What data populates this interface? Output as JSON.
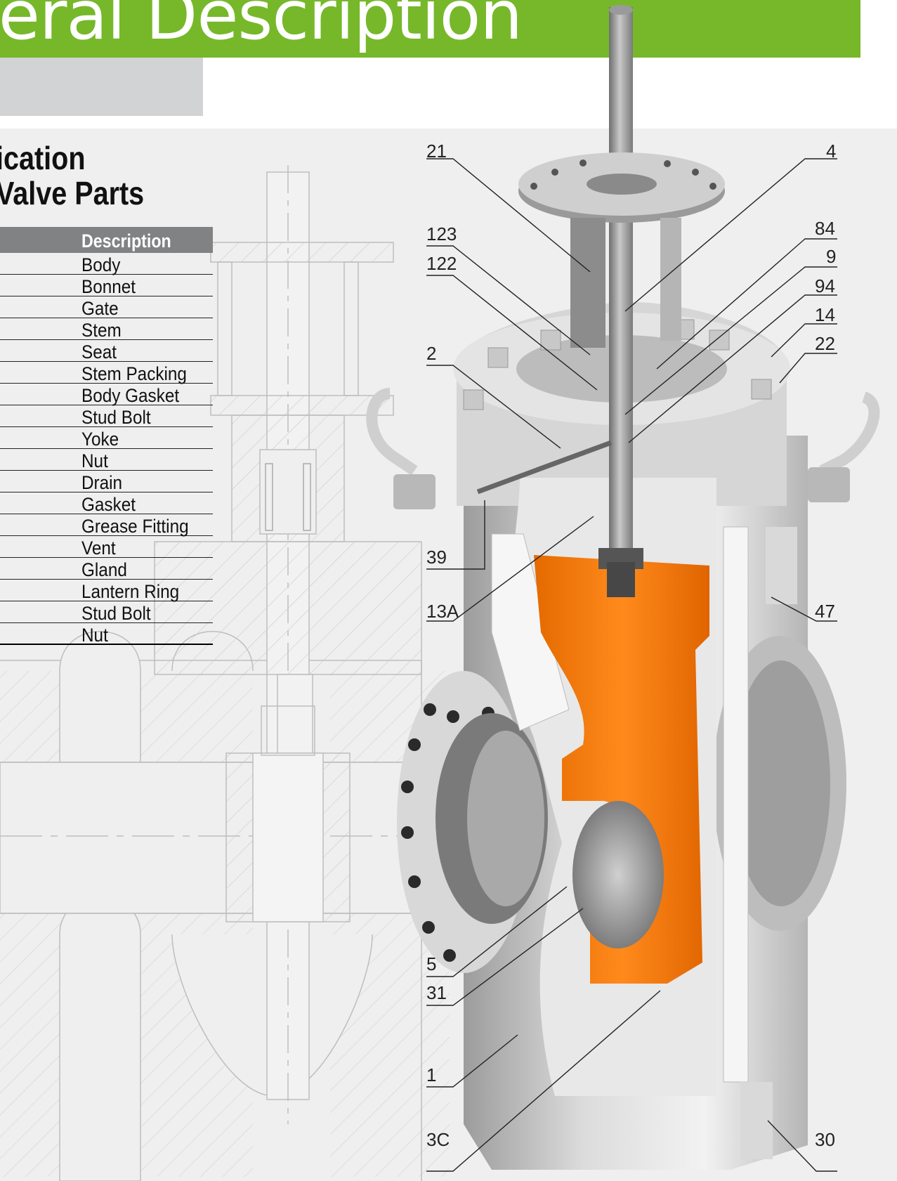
{
  "banner": {
    "title": "neral Description"
  },
  "heading": {
    "line1": "ication",
    "line2": "Valve Parts"
  },
  "parts_table": {
    "header": "Description",
    "rows": [
      "Body",
      "Bonnet",
      "Gate",
      "Stem",
      "Seat",
      "Stem Packing",
      "Body Gasket",
      "Stud Bolt",
      "Yoke",
      "Nut",
      "Drain",
      "Gasket",
      "Grease Fitting",
      "Vent",
      "Gland",
      "Lantern Ring",
      "Stud Bolt",
      "Nut"
    ]
  },
  "callouts": {
    "c21": "21",
    "c4": "4",
    "c123": "123",
    "c122": "122",
    "c84": "84",
    "c9": "9",
    "c94": "94",
    "c14": "14",
    "c22": "22",
    "c2": "2",
    "c39": "39",
    "c13A": "13A",
    "c47": "47",
    "c5": "5",
    "c31": "31",
    "c1": "1",
    "c3C": "3C",
    "c30": "30"
  },
  "colors": {
    "banner_green": "#76b82a",
    "gate_orange": "#f07a10",
    "table_header_grey": "#808284",
    "panel_grey": "#efefef"
  }
}
